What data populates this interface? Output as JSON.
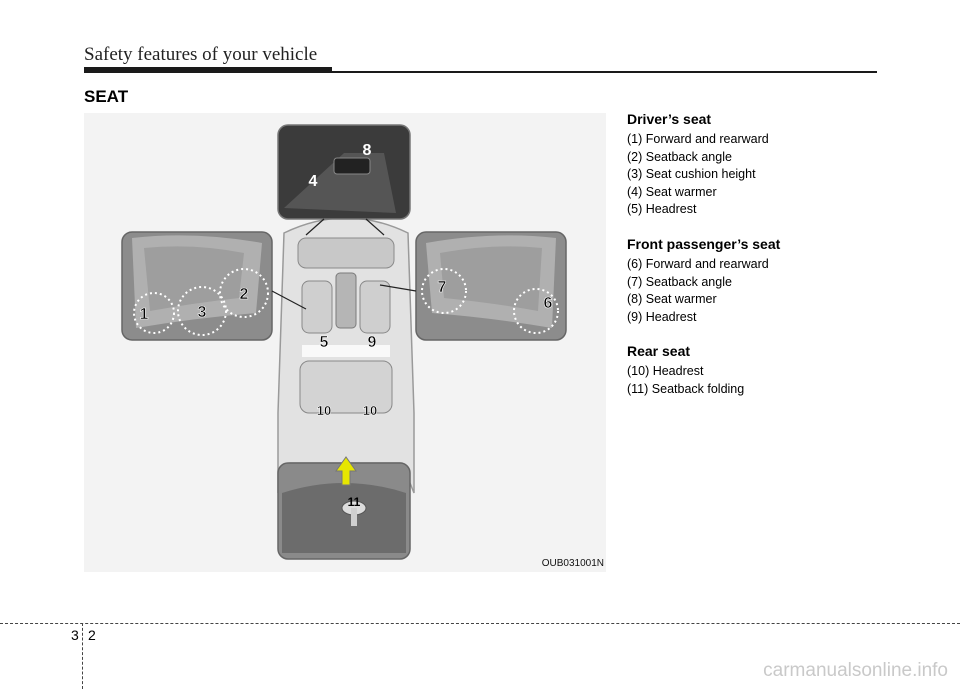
{
  "header": {
    "title": "Safety features of your vehicle"
  },
  "section_title": "SEAT",
  "figure": {
    "code": "OUB031001N",
    "callouts": [
      "1",
      "2",
      "3",
      "4",
      "5",
      "6",
      "7",
      "8",
      "9",
      "10",
      "10",
      "11"
    ]
  },
  "groups": [
    {
      "title": "Driver’s seat",
      "items": [
        "(1) Forward and rearward",
        "(2) Seatback angle",
        "(3) Seat cushion height",
        "(4) Seat warmer",
        "(5) Headrest"
      ]
    },
    {
      "title": "Front passenger’s seat",
      "items": [
        "(6) Forward and rearward",
        "(7) Seatback angle",
        "(8) Seat warmer",
        "(9) Headrest"
      ]
    },
    {
      "title": "Rear seat",
      "items": [
        "(10) Headrest",
        "(11) Seatback folding"
      ]
    }
  ],
  "footer": {
    "chapter": "3",
    "page": "2"
  },
  "watermark": "carmanualsonline.info"
}
